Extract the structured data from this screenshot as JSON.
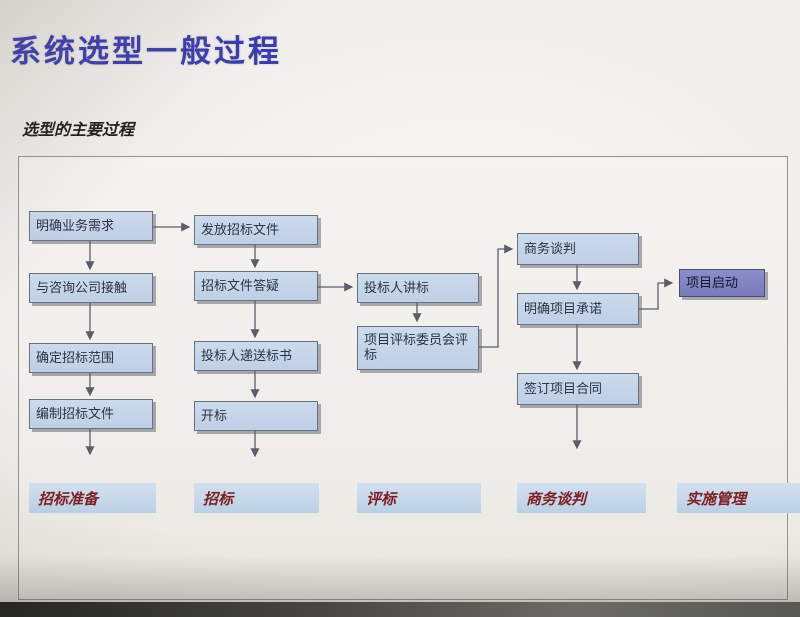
{
  "slide": {
    "title": "系统选型一般过程",
    "subtitle": "选型的主要过程"
  },
  "flow": {
    "columns": [
      {
        "label": "招标准备",
        "boxes": [
          "明确业务需求",
          "与咨询公司接触",
          "确定招标范围",
          "编制招标文件"
        ]
      },
      {
        "label": "招标",
        "boxes": [
          "发放招标文件",
          "招标文件答疑",
          "投标人递送标书",
          "开标"
        ]
      },
      {
        "label": "评标",
        "boxes": [
          "投标人讲标",
          "项目评标委员会评标"
        ]
      },
      {
        "label": "商务谈判",
        "boxes": [
          "商务谈判",
          "明确项目承诺",
          "签订项目合同"
        ]
      },
      {
        "label": "实施管理",
        "boxes": [
          "项目启动"
        ]
      }
    ]
  },
  "colors": {
    "title_text": "#3c3cae",
    "subtitle_text": "#1e1e1e",
    "box_fill": "#ccdaec",
    "box_fill_2": "#bfcfe5",
    "box_border": "#6a7080",
    "dark_box_fill": "#8c8ecb",
    "bar_fill": "#bcd0e4",
    "bar_text": "#7d2022",
    "connector": "#5b5e6a"
  }
}
